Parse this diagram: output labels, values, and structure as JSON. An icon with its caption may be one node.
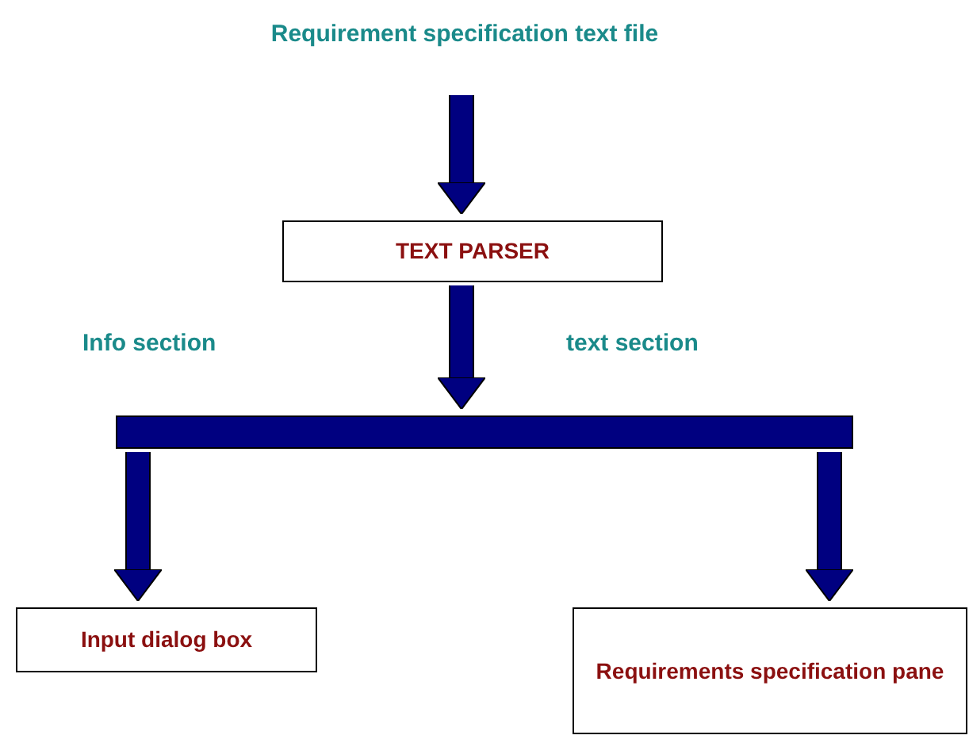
{
  "diagram": {
    "nodes": [
      {
        "text": [
          "Requirement specification text file"
        ]
      },
      {
        "text": [
          "TEXT PARSER"
        ]
      },
      {
        "text": [],
        "shape": "bar"
      },
      {
        "text": [
          "Input dialog box"
        ]
      },
      {
        "text": [
          "Requirements specification pane"
        ]
      }
    ],
    "edges": [
      {
        "from": 0,
        "to": 1,
        "arrow": "to"
      },
      {
        "from": 1,
        "to": 2,
        "arrow": "to"
      },
      {
        "from": 2,
        "to": 3,
        "arrow": "to"
      },
      {
        "from": 2,
        "to": 4,
        "arrow": "to"
      }
    ],
    "labels": [
      "Info section",
      "text section"
    ]
  }
}
